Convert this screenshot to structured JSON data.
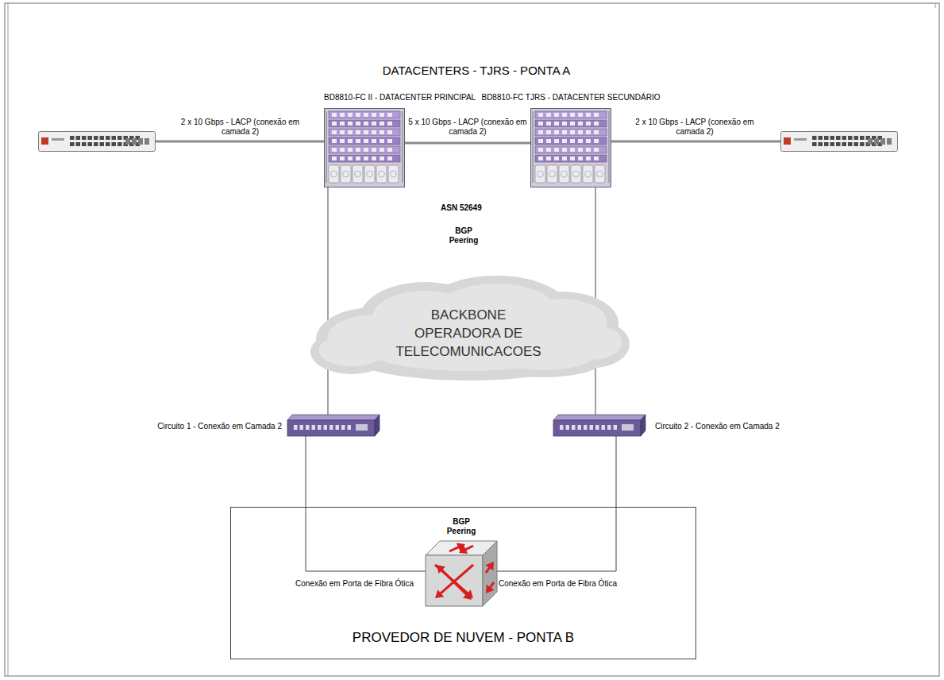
{
  "diagram": {
    "title": "DATACENTERS - TJRS - PONTA A",
    "nodes": [
      {
        "text": []
      },
      {
        "text": [
          "BD8810-FC II - DATACENTER PRINCIPAL"
        ]
      },
      {
        "text": [
          "BD8810-FC TJRS - DATACENTER SECUNDÁRIO"
        ]
      },
      {
        "text": []
      },
      {
        "text": [
          "BACKBONE OPERADORA DE TELECOMUNICACOES"
        ]
      },
      {
        "text": [
          "Circuito 1 - Conexão em Camada 2"
        ]
      },
      {
        "text": [
          "Circuito 2 - Conexão em Camada 2"
        ]
      },
      {
        "text": [
          "PROVEDOR DE NUVEM - PONTA B"
        ]
      },
      {
        "text": [
          "BGP Peering"
        ],
        "in": 7
      }
    ],
    "edges": [
      {
        "from": 0,
        "to": 1,
        "arrow": "none",
        "label": "2 x 10 Gbps - LACP (conexão em camada 2)"
      },
      {
        "from": 1,
        "to": 2,
        "arrow": "none",
        "label": "5 x 10 Gbps - LACP (conexão em camada 2)"
      },
      {
        "from": 2,
        "to": 3,
        "arrow": "none",
        "label": "2 x 10 Gbps - LACP (conexão em camada 2)"
      },
      {
        "from": 1,
        "to": 5,
        "arrow": "none"
      },
      {
        "from": 2,
        "to": 6,
        "arrow": "none"
      },
      {
        "from": 5,
        "to": 8,
        "arrow": "none",
        "label": "Conexão em Porta de Fibra Ótica"
      },
      {
        "from": 6,
        "to": 8,
        "arrow": "none",
        "label": "Conexão em Porta de Fibra Ótica"
      }
    ],
    "labels": [
      "ASN 52649",
      "BGP Peering"
    ]
  }
}
